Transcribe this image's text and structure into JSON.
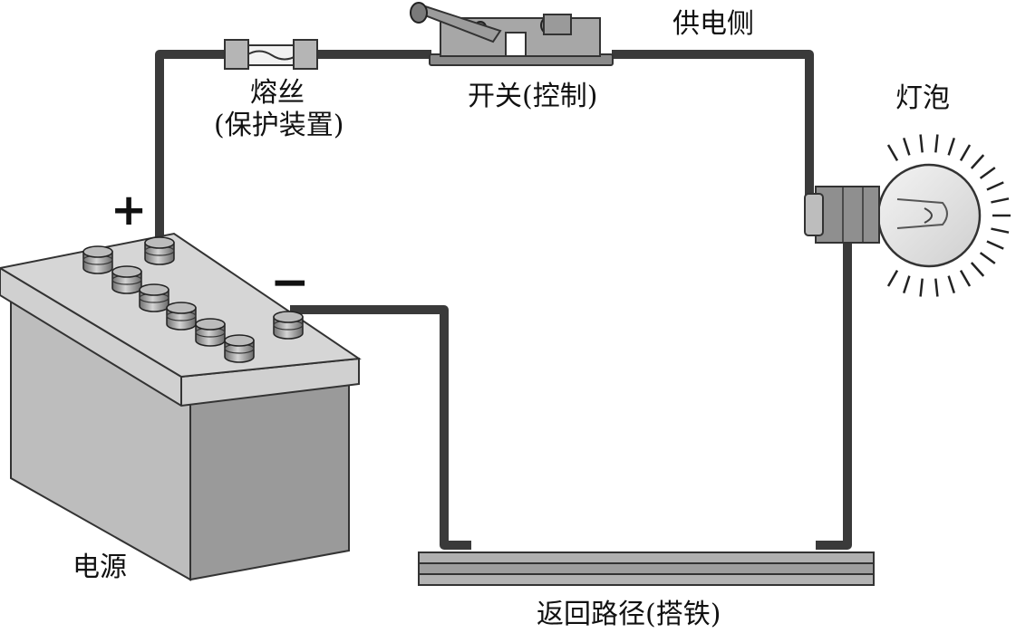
{
  "labels": {
    "fuse": "熔丝",
    "fuse_note": "(保护装置)",
    "switch": "开关(控制)",
    "supply_side": "供电侧",
    "bulb": "灯泡",
    "power_source": "电源",
    "return_path": "返回路径(搭铁)",
    "positive": "+",
    "negative": "−"
  },
  "colors": {
    "wire": "#3a3a3a",
    "battery_top": "#c8c8c8",
    "battery_front": "#bdbdbd",
    "battery_side": "#9a9a9a",
    "terminal": "#8a8a8a",
    "ground_plate": "#a9a9a9"
  }
}
